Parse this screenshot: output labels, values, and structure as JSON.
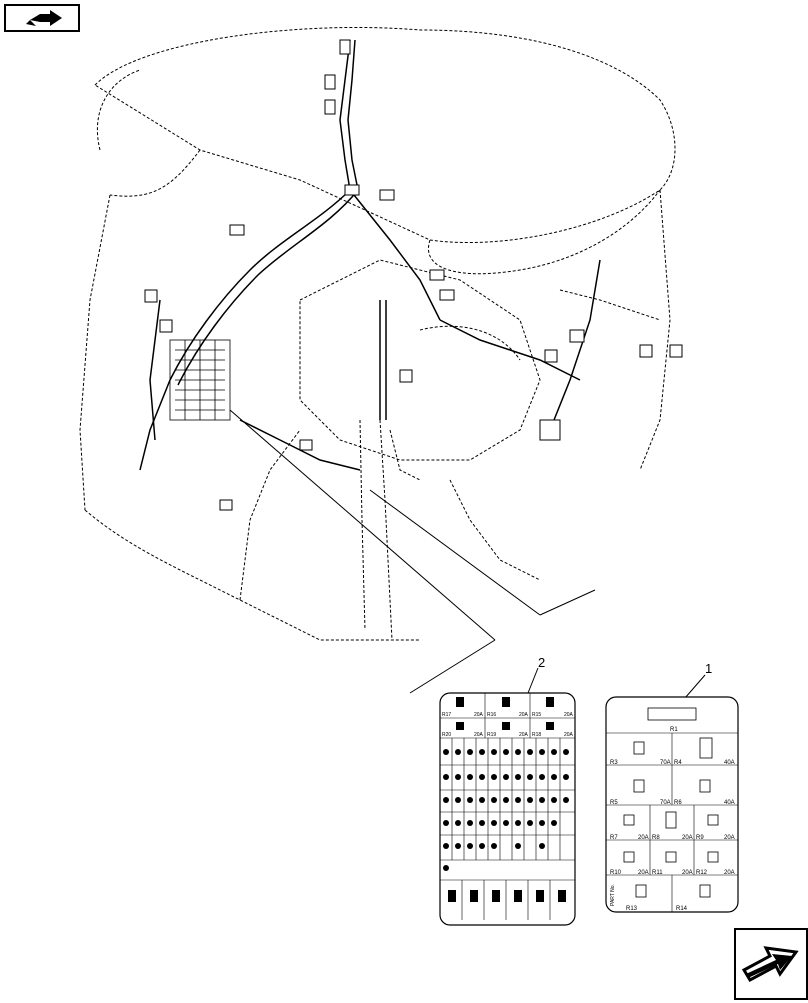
{
  "callouts": [
    {
      "number": "1",
      "ref": "fuse-relay-panel-1"
    },
    {
      "number": "2",
      "ref": "fuse-panel-2"
    }
  ],
  "panel1": {
    "rows": [
      {
        "left": "R1",
        "right": ""
      },
      {
        "left": "R3",
        "left_amp": "70A",
        "right": "R4",
        "right_amp": "40A"
      },
      {
        "left": "R5",
        "left_amp": "70A",
        "right": "R6",
        "right_amp": "40A"
      },
      {
        "left": "R7",
        "left_amp": "20A",
        "mid": "R8",
        "mid_amp": "20A",
        "right": "R9",
        "right_amp": "20A"
      },
      {
        "left": "R10",
        "left_amp": "20A",
        "mid": "R11",
        "mid_amp": "20A",
        "right": "R12",
        "right_amp": "20A"
      },
      {
        "left": "R13",
        "right": "R14"
      }
    ],
    "part_label": "PART No."
  },
  "panel2": {
    "header": [
      {
        "relay": "R17",
        "amp": "20A"
      },
      {
        "relay": "R16",
        "amp": "20A"
      },
      {
        "relay": "R15",
        "amp": "20A"
      }
    ],
    "row2": [
      {
        "relay": "R20",
        "amp": "20A"
      },
      {
        "relay": "R19",
        "amp": "20A"
      },
      {
        "relay": "R18",
        "amp": "20A"
      }
    ]
  },
  "icons": {
    "nav_top": "return-arrow-icon",
    "nav_bottom": "next-page-arrow-icon"
  }
}
